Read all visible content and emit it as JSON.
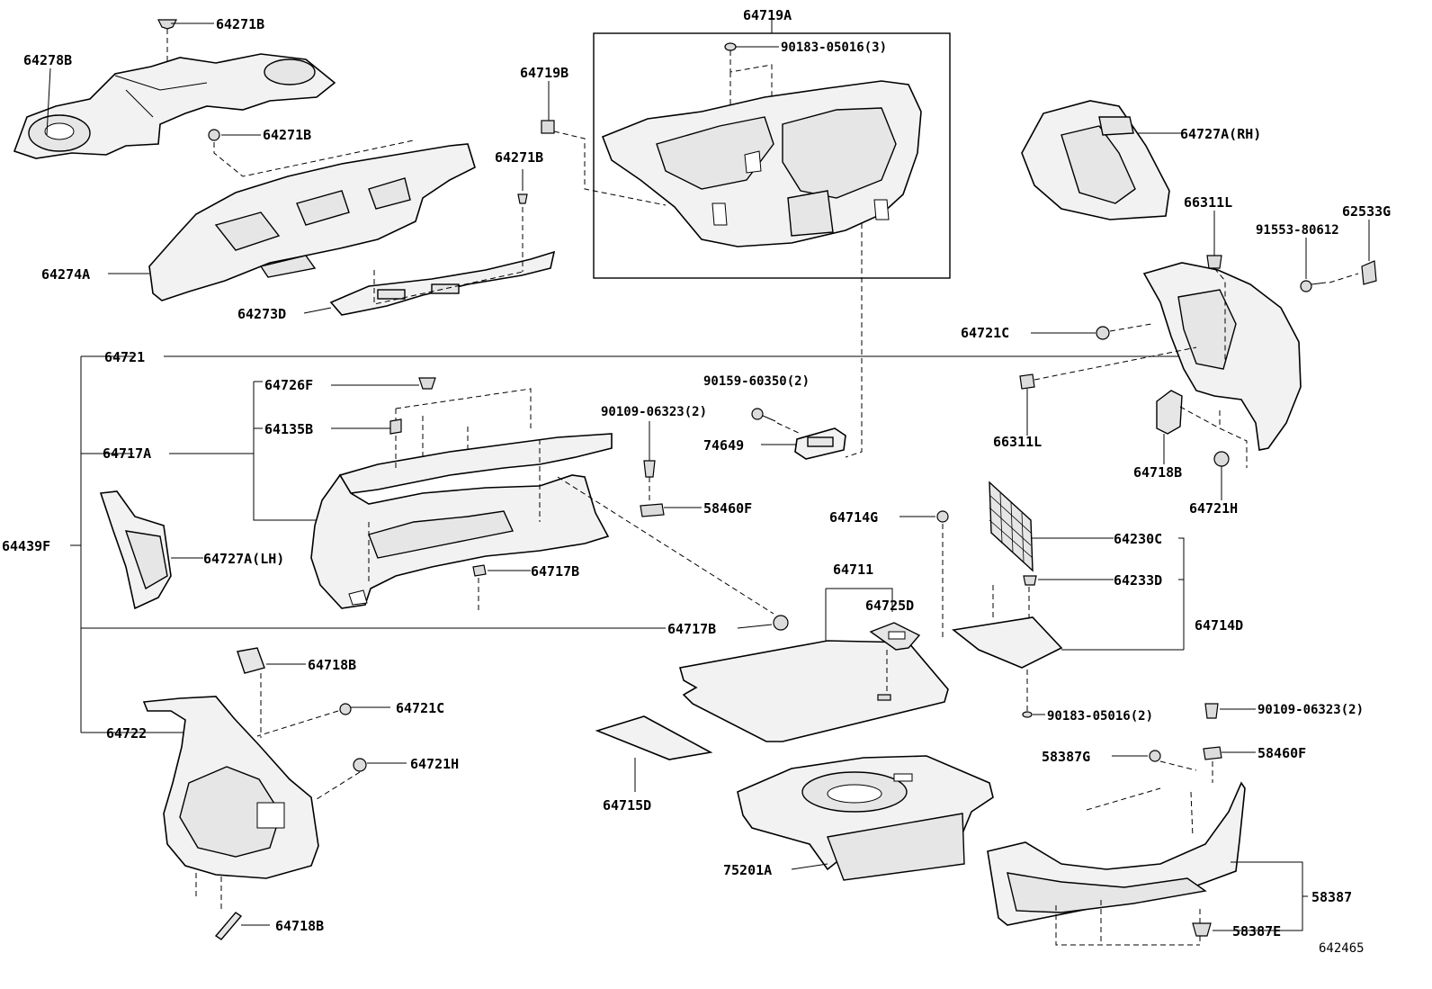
{
  "diagram_id": "642465",
  "labels": {
    "p64271B_a": "64271B",
    "p64278B": "64278B",
    "p64271B_b": "64271B",
    "p64271B_c": "64271B",
    "p64274A": "64274A",
    "p64273D": "64273D",
    "p64719B": "64719B",
    "p64719A": "64719A",
    "p90183_05016_3": "90183-05016(3)",
    "p64727A_RH": "64727A(RH)",
    "p66311L_a": "66311L",
    "p62533G": "62533G",
    "p91553_80612": "91553-80612",
    "p64721C_a": "64721C",
    "p64721": "64721",
    "p64726F": "64726F",
    "p64135B": "64135B",
    "p64717A": "64717A",
    "p90159_60350_2": "90159-60350(2)",
    "p90109_06323_2_a": "90109-06323(2)",
    "p74649": "74649",
    "p66311L_b": "66311L",
    "p64718B_a": "64718B",
    "p64721H_a": "64721H",
    "p58460F_a": "58460F",
    "p64439F": "64439F",
    "p64727A_LH": "64727A(LH)",
    "p64717B_a": "64717B",
    "p64714G": "64714G",
    "p64230C": "64230C",
    "p64711": "64711",
    "p64725D": "64725D",
    "p64233D": "64233D",
    "p64717B_b": "64717B",
    "p64714D": "64714D",
    "p64718B_b": "64718B",
    "p64721C_b": "64721C",
    "p64722": "64722",
    "p90183_05016_2": "90183-05016(2)",
    "p90109_06323_2_b": "90109-06323(2)",
    "p64721H_b": "64721H",
    "p58387G": "58387G",
    "p58460F_b": "58460F",
    "p64715D": "64715D",
    "p75201A": "75201A",
    "p58387": "58387",
    "p58387E": "58387E",
    "p64718B_c": "64718B"
  }
}
